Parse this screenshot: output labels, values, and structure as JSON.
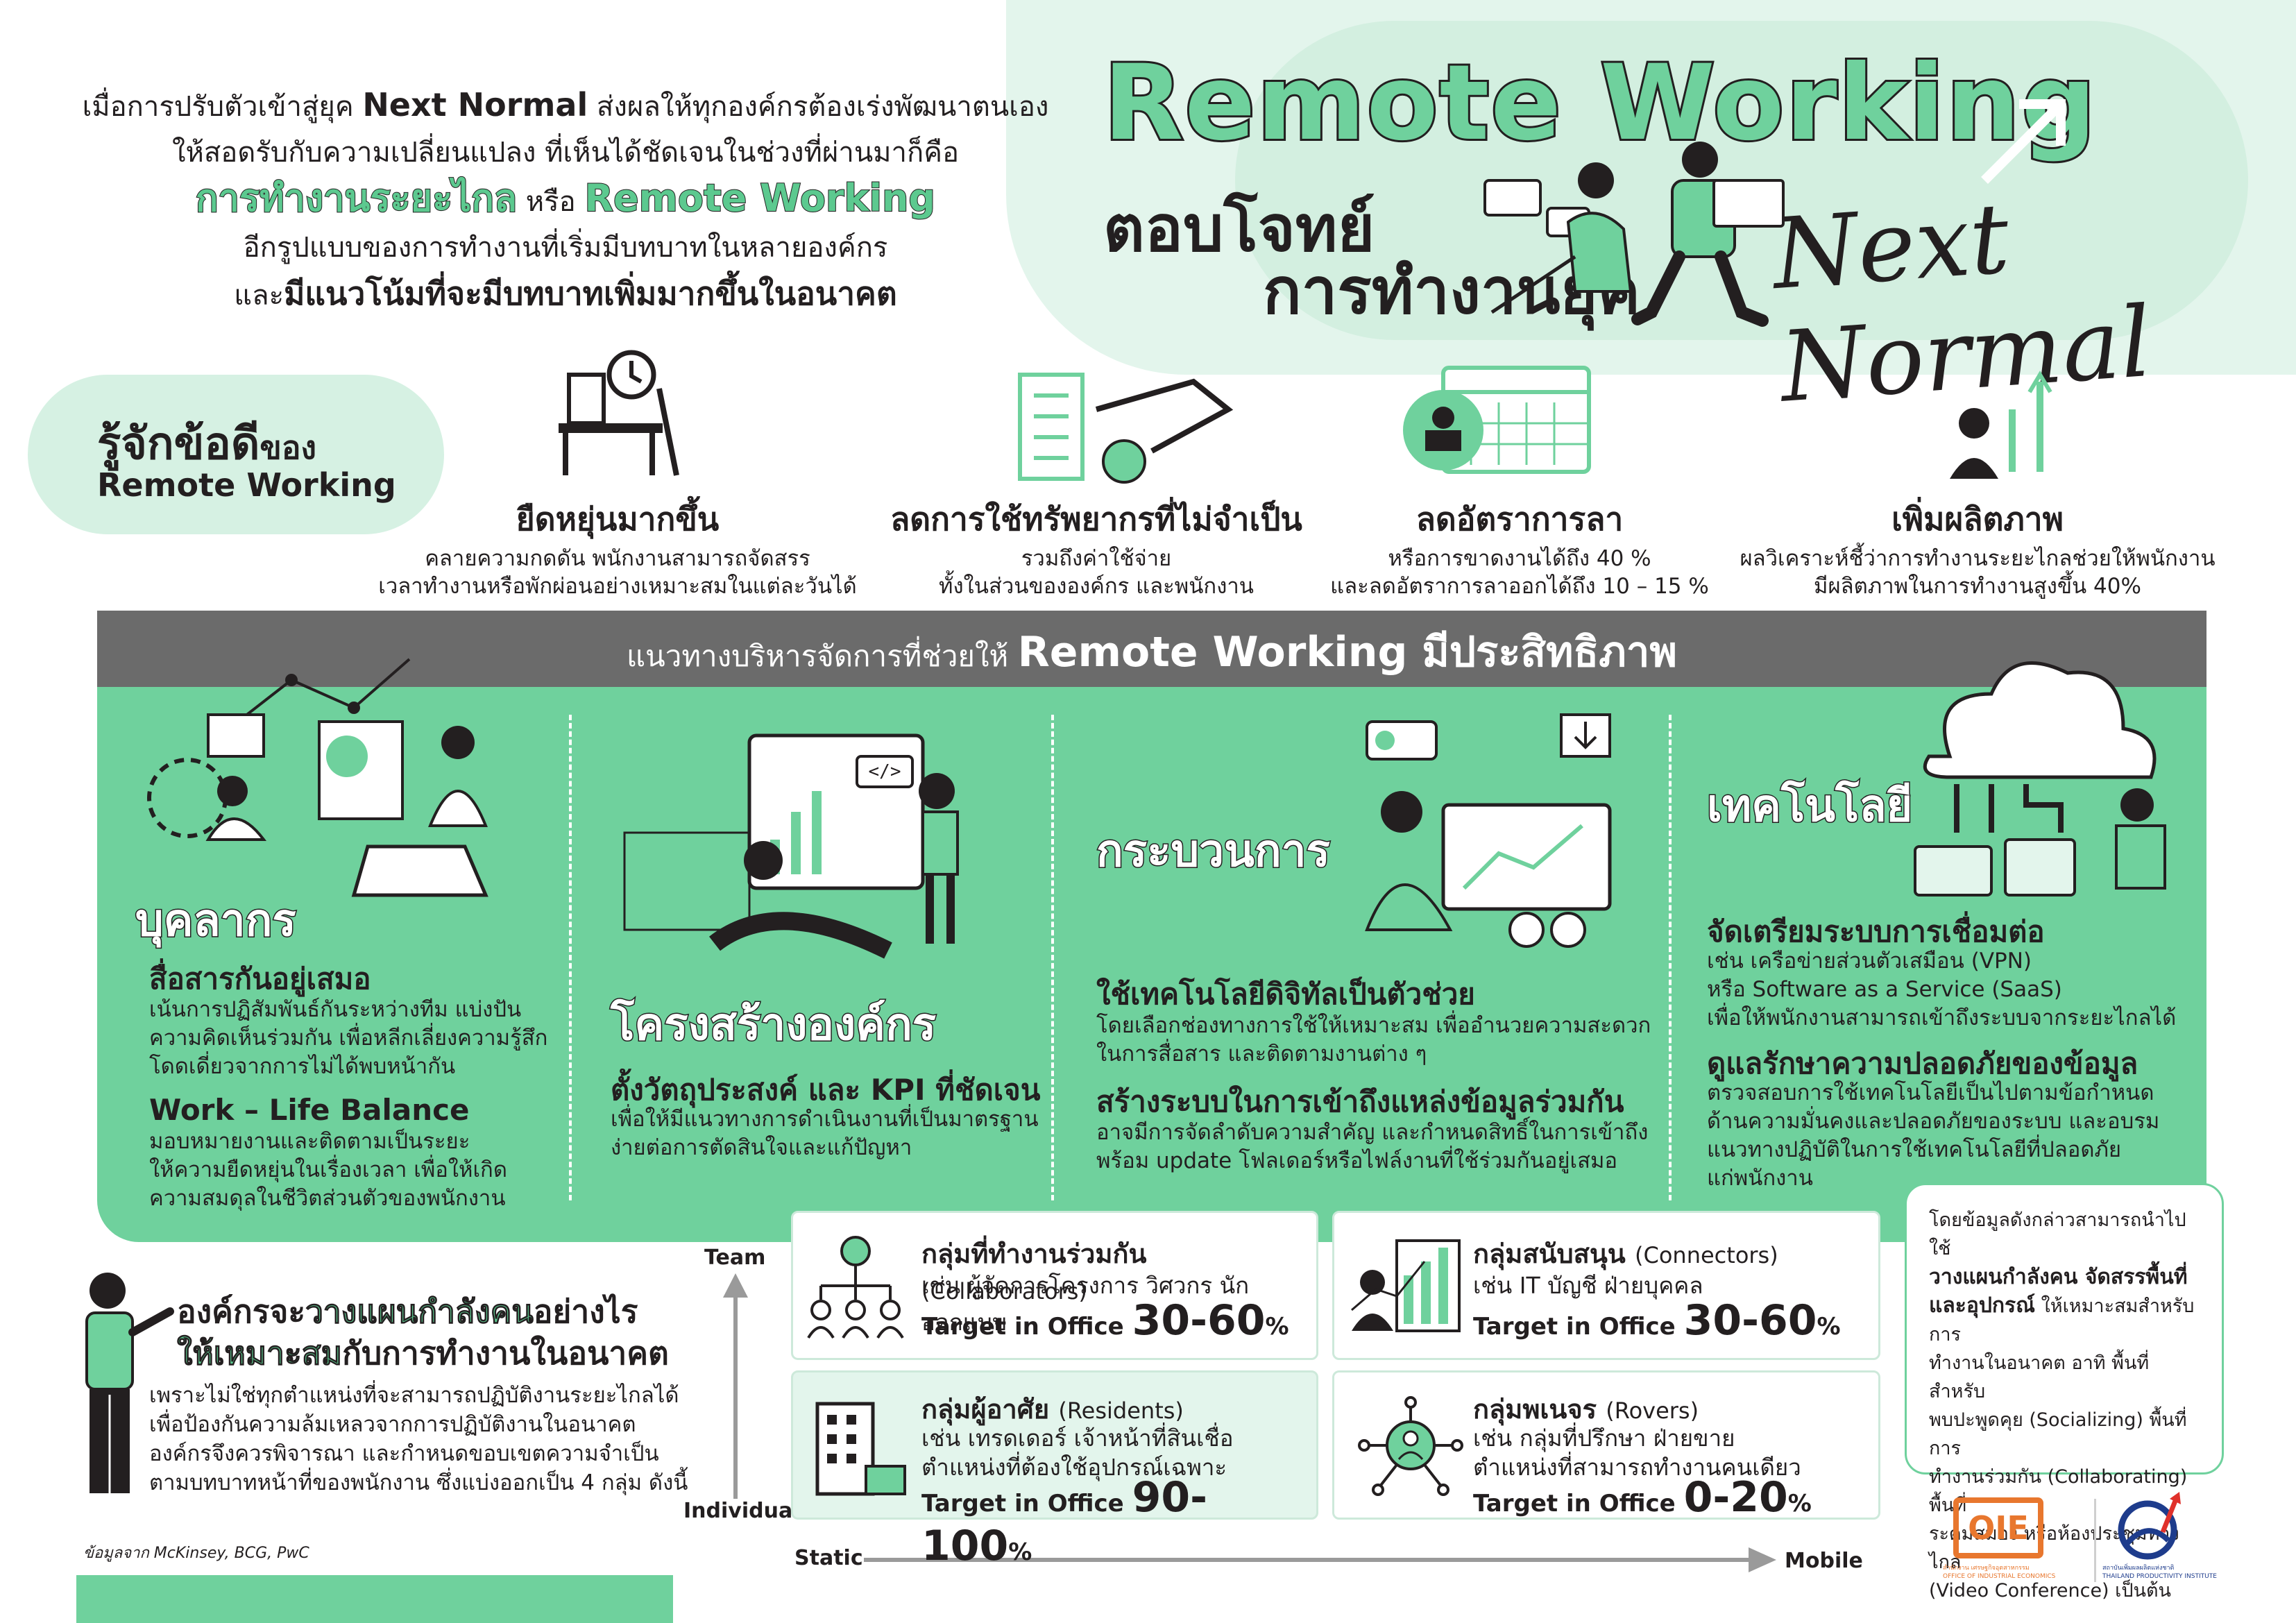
{
  "header": {
    "title": "Remote Working",
    "subtitle_line1": "ตอบโจทย์",
    "subtitle_line2": "การทำงานยุค",
    "script_text": "Next Normal"
  },
  "intro": {
    "line1_a": "เมื่อการปรับตัวเข้าสู่ยุค ",
    "line1_b": "Next Normal",
    "line1_c": " ส่งผลให้ทุกองค์กรต้องเร่งพัฒนาตนเอง",
    "line2": "ให้สอดรับกับความเปลี่ยนแปลง ที่เห็นได้ชัดเจนในช่วงที่ผ่านมาก็คือ",
    "line3_a": "การทำงานระยะไกล",
    "line3_b": " หรือ ",
    "line3_c": "Remote Working",
    "line4": "อีกรูปแบบของการทำงานที่เริ่มมีบทบาทในหลายองค์กร",
    "line5_a": "และ",
    "line5_b": "มีแนวโน้มที่จะมีบทบาทเพิ่มมากขึ้นในอนาคต"
  },
  "benefits": {
    "heading_a": "รู้จักข้อดี",
    "heading_b": "ของ",
    "heading_c": "Remote Working",
    "items": [
      {
        "title": "ยืดหยุ่นมากขึ้น",
        "d1": "คลายความกดดัน พนักงานสามารถจัดสรร",
        "d2": "เวลาทำงานหรือพักผ่อนอย่างเหมาะสมในแต่ละวันได้",
        "icon": "desk-clock-icon"
      },
      {
        "title": "ลดการใช้ทรัพยากรที่ไม่จำเป็น",
        "d1": "รวมถึงค่าใช้จ่าย",
        "d2": "ทั้งในส่วนขององค์กร และพนักงาน",
        "icon": "building-coin-icon"
      },
      {
        "title": "ลดอัตราการลา",
        "d1": "หรือการขาดงานได้ถึง 40 %",
        "d2": "และลดอัตราการลาออกได้ถึง 10 – 15 %",
        "icon": "calendar-worker-icon"
      },
      {
        "title": "เพิ่มผลิตภาพ",
        "d1": "ผลวิเคราะห์ชี้ว่าการทำงานระยะไกลช่วยให้พนักงาน",
        "d2": "มีผลิตภาพในการทำงานสูงขึ้น 40%",
        "icon": "growth-chart-icon"
      }
    ]
  },
  "management": {
    "title_a": "แนวทางบริหารจัดการที่ช่วยให้ ",
    "title_b": "Remote Working มีประสิทธิภาพ",
    "personnel": {
      "heading": "บุคลากร",
      "h1": "สื่อสารกันอยู่เสมอ",
      "d1a": "เน้นการปฏิสัมพันธ์กันระหว่างทีม แบ่งปัน",
      "d1b": "ความคิดเห็นร่วมกัน เพื่อหลีกเลี่ยงความรู้สึก",
      "d1c": "โดดเดี่ยวจากการไม่ได้พบหน้ากัน",
      "h2": "Work – Life Balance",
      "d2a": "มอบหมายงานและติดตามเป็นระยะ",
      "d2b": "ให้ความยืดหยุ่นในเรื่องเวลา เพื่อให้เกิด",
      "d2c": "ความสมดุลในชีวิตส่วนตัวของพนักงาน"
    },
    "structure": {
      "heading": "โครงสร้างองค์กร",
      "h1": "ตั้งวัตถุประสงค์ และ KPI ที่ชัดเจน",
      "d1a": "เพื่อให้มีแนวทางการดำเนินงานที่เป็นมาตรฐาน",
      "d1b": "ง่ายต่อการตัดสินใจและแก้ปัญหา",
      "code_tag": "</>"
    },
    "process": {
      "heading": "กระบวนการ",
      "h1": "ใช้เทคโนโลยีดิจิทัลเป็นตัวช่วย",
      "d1a": "โดยเลือกช่องทางการใช้ให้เหมาะสม เพื่ออำนวยความสะดวก",
      "d1b": "ในการสื่อสาร และติดตามงานต่าง ๆ",
      "h2": "สร้างระบบในการเข้าถึงแหล่งข้อมูลร่วมกัน",
      "d2a": "อาจมีการจัดลำดับความสำคัญ และกำหนดสิทธิ์ในการเข้าถึง",
      "d2b": "พร้อม update โฟลเดอร์หรือไฟล์งานที่ใช้ร่วมกันอยู่เสมอ"
    },
    "technology": {
      "heading": "เทคโนโลยี",
      "h1": "จัดเตรียมระบบการเชื่อมต่อ",
      "d1a": "เช่น เครือข่ายส่วนตัวเสมือน (VPN)",
      "d1b": "หรือ Software as a Service (SaaS)",
      "d1c": "เพื่อให้พนักงานสามารถเข้าถึงระบบจากระยะไกลได้",
      "h2": "ดูแลรักษาความปลอดภัยของข้อมูล",
      "d2a": "ตรวจสอบการใช้เทคโนโลยีเป็นไปตามข้อกำหนด",
      "d2b": "ด้านความมั่นคงและปลอดภัยของระบบ และอบรม",
      "d2c": "แนวทางปฏิบัติในการใช้เทคโนโลยีที่ปลอดภัย",
      "d2d": "แก่พนักงาน"
    }
  },
  "planning": {
    "q1_a": "องค์กรจะ",
    "q1_b": "วางแผนกำลังคน",
    "q1_c": "อย่างไร",
    "q2_a": "ให้เหมาะสม",
    "q2_b": "กับการทำงานในอนาคต",
    "p1": "เพราะไม่ใช่ทุกตำแหน่งที่จะสามารถปฏิบัติงานระยะไกลได้",
    "p2": "เพื่อป้องกันความล้มเหลวจากการปฏิบัติงานในอนาคต",
    "p3": "องค์กรจึงควรพิจารณา และกำหนดขอบเขตความจำเป็น",
    "p4": "ตามบทบาทหน้าที่ของพนักงาน ซึ่งแบ่งออกเป็น 4 กลุ่ม ดังนี้",
    "source": "ข้อมูลจาก McKinsey, BCG, PwC"
  },
  "matrix": {
    "y_top": "Team",
    "y_bottom": "Individual",
    "x_left": "Static",
    "x_right": "Mobile",
    "target_label": "Target in Office",
    "groups": [
      {
        "title": "กลุ่มที่ทำงานร่วมกัน",
        "en": "(Collaborators)",
        "desc": "เช่น ผู้จัดการโครงการ วิศวกร นักออกแบบ",
        "desc2": "",
        "target": "30-60",
        "unit": "%",
        "icon": "org-chart-icon"
      },
      {
        "title": "กลุ่มสนับสนุน",
        "en": "(Connectors)",
        "desc": "เช่น IT บัญชี ฝ่ายบุคคล",
        "desc2": "",
        "target": "30-60",
        "unit": "%",
        "icon": "presentation-chart-icon"
      },
      {
        "title": "กลุ่มผู้อาศัย",
        "en": "(Residents)",
        "desc": "เช่น เทรดเดอร์ เจ้าหน้าที่สินเชื่อ",
        "desc2": "ตำแหน่งที่ต้องใช้อุปกรณ์เฉพาะ",
        "target": "90-100",
        "unit": "%",
        "icon": "office-building-icon"
      },
      {
        "title": "กลุ่มพเนจร",
        "en": "(Rovers)",
        "desc": "เช่น กลุ่มที่ปรึกษา ฝ่ายขาย",
        "desc2": "ตำแหน่งที่สามารถทำงานคนเดียว",
        "target": "0-20",
        "unit": "%",
        "icon": "network-person-icon"
      }
    ]
  },
  "note": {
    "l1": "โดยข้อมูลดังกล่าวสามารถนำไปใช้",
    "l2": "วางแผนกำลังคน จัดสรรพื้นที่",
    "l3": "และอุปกรณ์",
    "l3b": " ให้เหมาะสมสำหรับการ",
    "l4": "ทำงานในอนาคต อาทิ พื้นที่สำหรับ",
    "l5": "พบปะพูดคุย (Socializing) พื้นที่การ",
    "l6": "ทำงานร่วมกัน (Collaborating) พื้นที่",
    "l7": "ระดมสมอง หรือห้องประชุมทางไกล",
    "l8": "(Video Conference) เป็นต้น"
  },
  "logos": {
    "oie_mark": "OIE",
    "oie_th": "สำนักงาน เศรษฐกิจอุตสาหกรรม",
    "oie_en": "OFFICE OF INDUSTRIAL ECONOMICS",
    "ftpi_th": "สถาบันเพิ่มผลผลิตแห่งชาติ",
    "ftpi_en": "THAILAND PRODUCTIVITY INSTITUTE"
  },
  "colors": {
    "accent": "#6fd19d",
    "accent_light": "#e3f5ec",
    "dark": "#231f20",
    "grey_bar": "#6b6b6b",
    "logo_orange": "#e8772e",
    "logo_blue": "#1e3c8c"
  }
}
